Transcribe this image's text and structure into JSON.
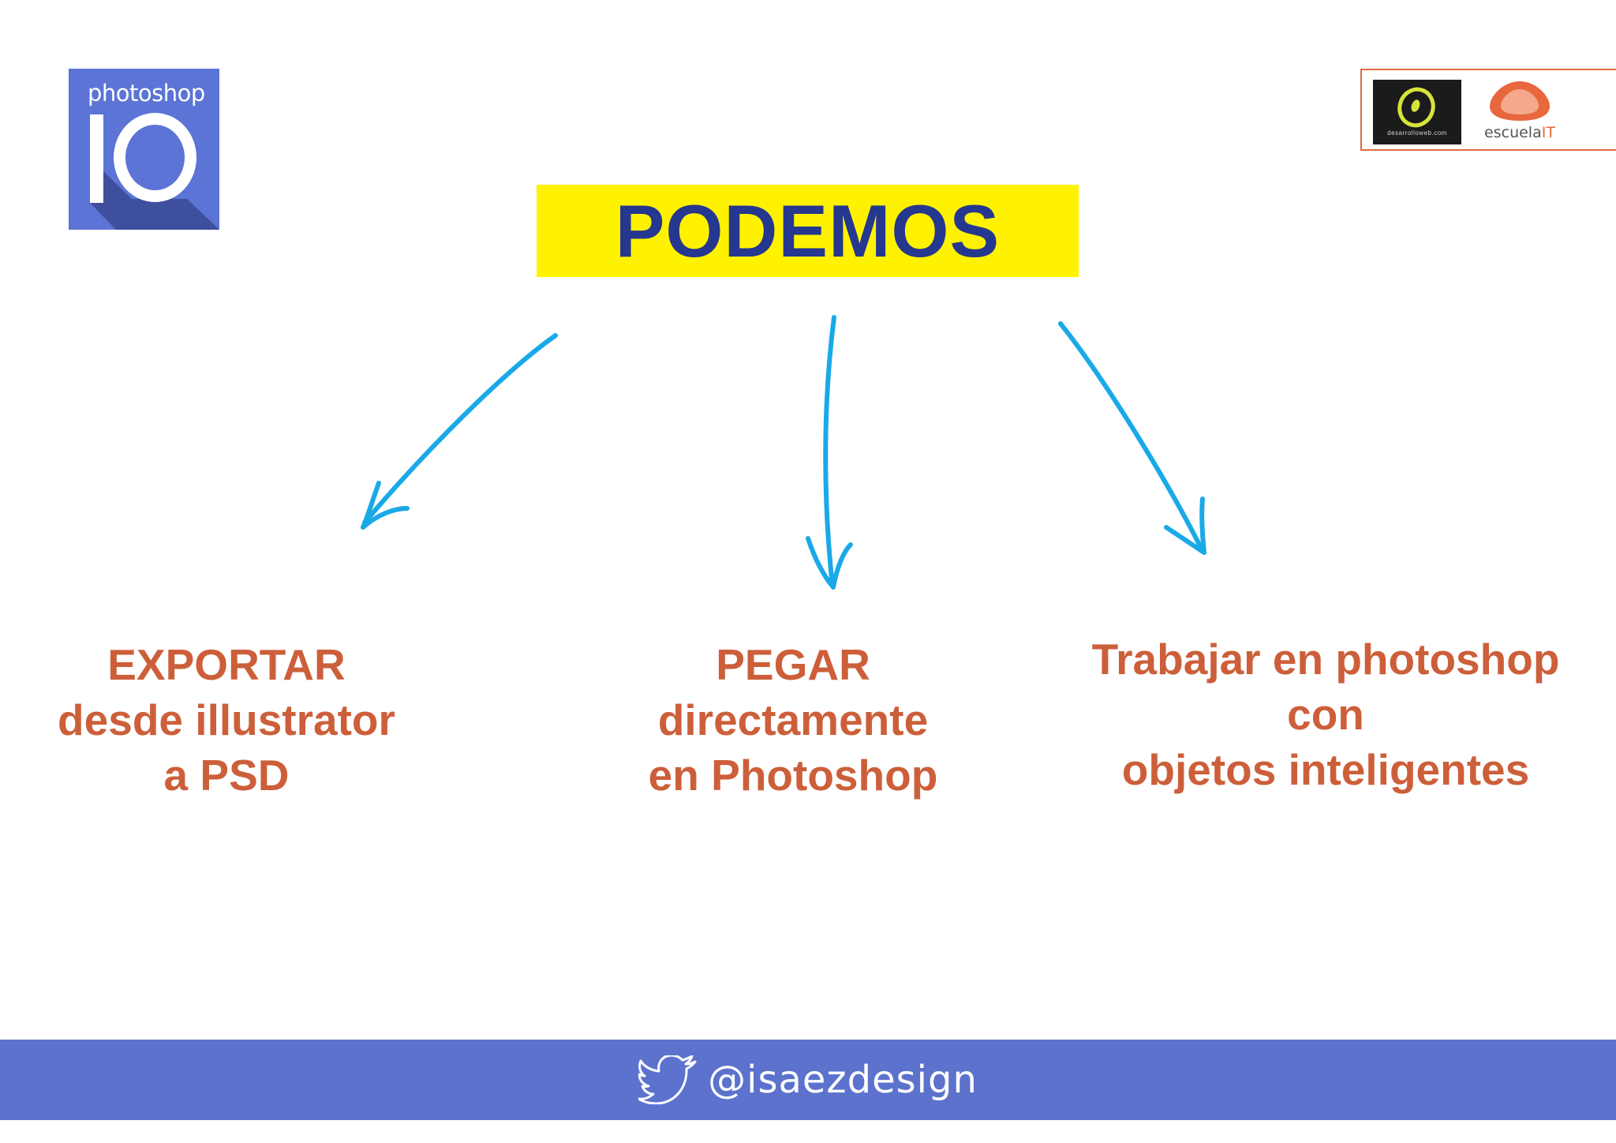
{
  "logo": {
    "word": "photoshop",
    "mark": "IO"
  },
  "partners": {
    "desarrolloweb": "desarrolloweb.com",
    "escuela": "escuela",
    "escuela_it": "IT"
  },
  "title": "PODEMOS",
  "options": [
    {
      "lines": [
        "EXPORTAR",
        "desde illustrator",
        "a PSD"
      ]
    },
    {
      "lines": [
        "PEGAR",
        "directamente",
        "en Photoshop"
      ]
    },
    {
      "lines": [
        "Trabajar en photoshop",
        "con",
        "objetos inteligentes"
      ]
    }
  ],
  "footer": {
    "icon": "twitter-bird-icon",
    "handle": "@isaezdesign"
  },
  "colors": {
    "title_bg": "#fff200",
    "title_text": "#25378f",
    "arrow": "#1aa9e8",
    "label": "#cc5f3a",
    "footer_bg": "#5c72cd",
    "logo_bg": "#5b74d6"
  }
}
